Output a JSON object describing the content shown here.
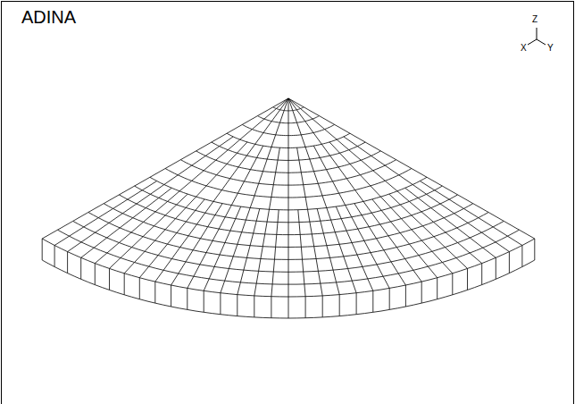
{
  "diagram": {
    "labels": [
      "ADINA",
      "Z",
      "X",
      "Y"
    ]
  }
}
